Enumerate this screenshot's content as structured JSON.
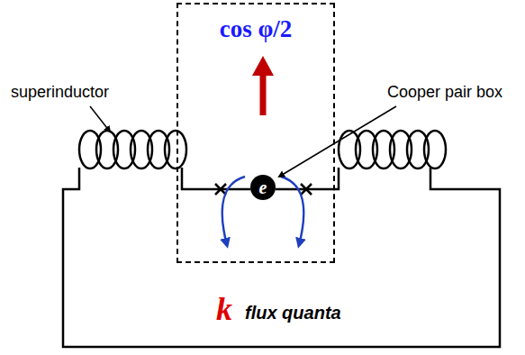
{
  "diagram": {
    "nodes": [
      {
        "text": [
          "cos φ/2"
        ]
      },
      {
        "text": [
          "e"
        ],
        "in": 0
      }
    ],
    "labels": [
      "superinductor",
      "Cooper pair box",
      "k",
      "flux quanta"
    ]
  }
}
